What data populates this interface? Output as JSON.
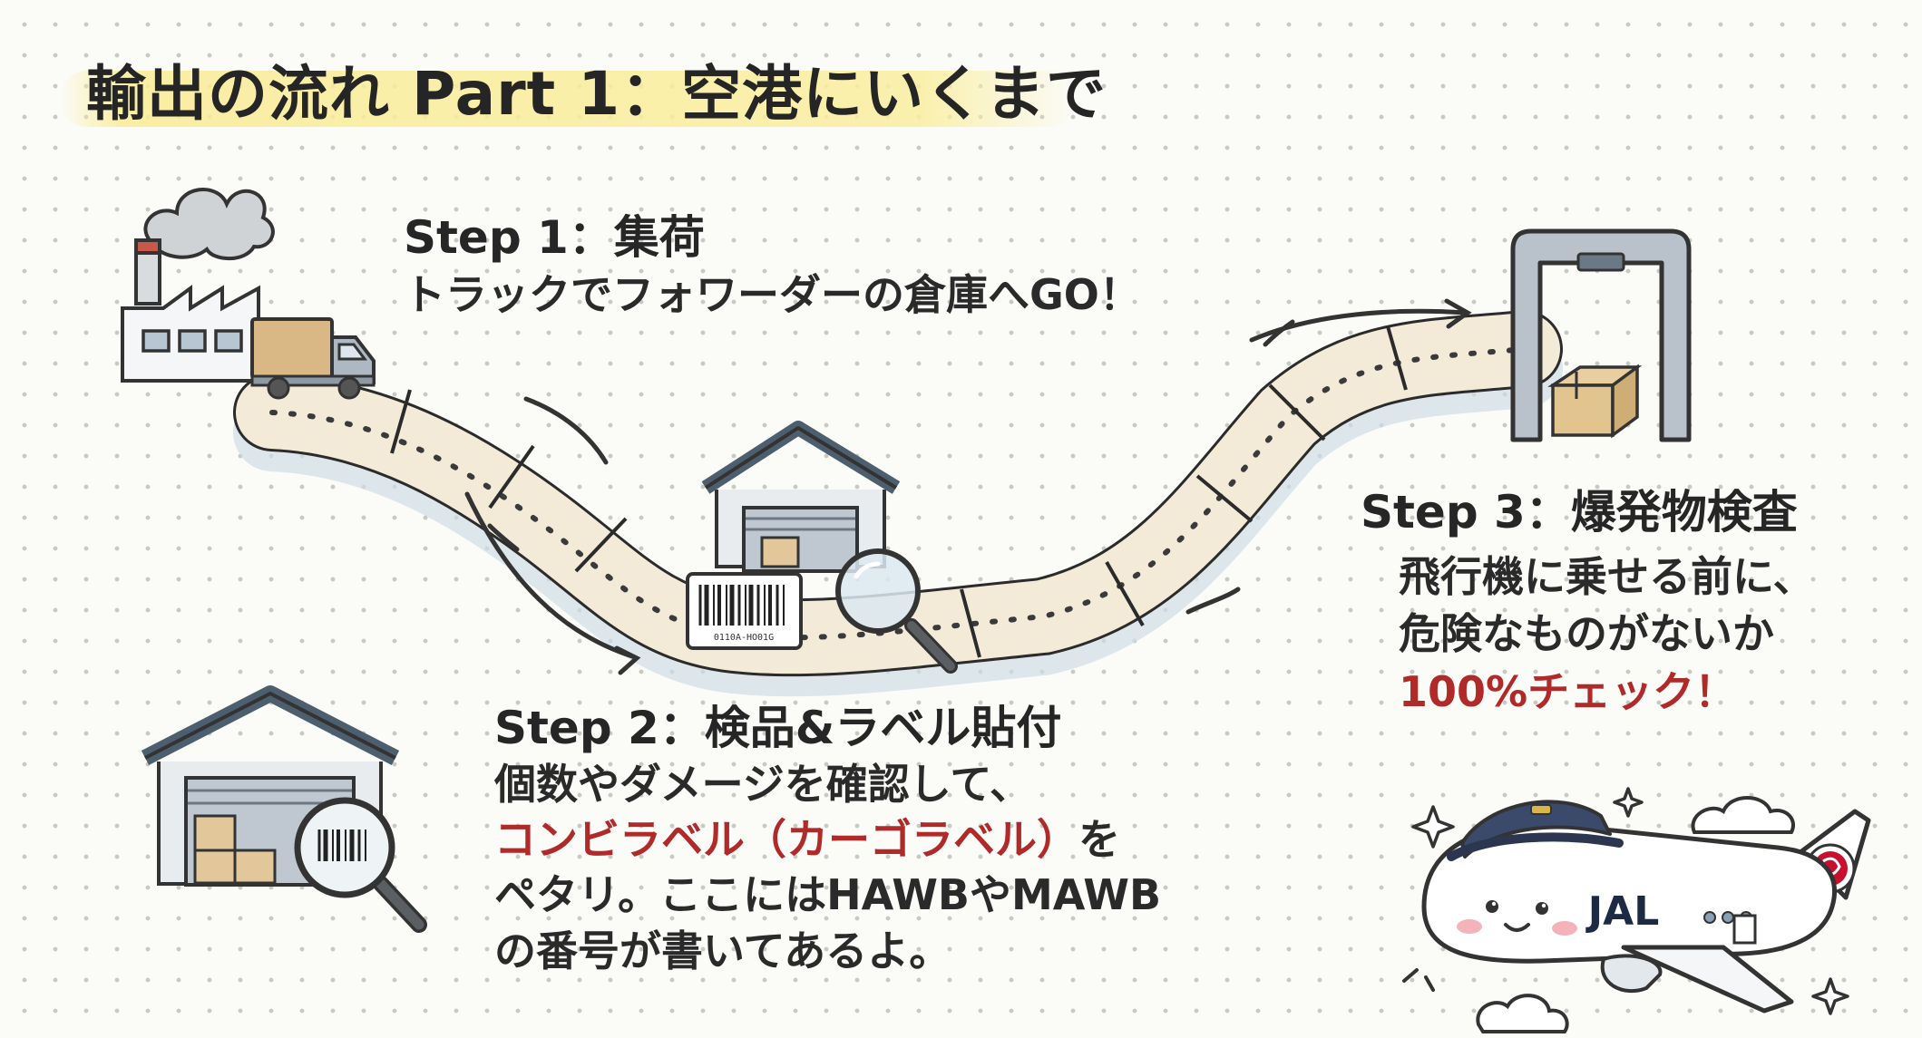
{
  "title": "輸出の流れ Part 1：空港にいくまで",
  "steps": {
    "step1": {
      "title": "Step 1：集荷",
      "lines": [
        "トラックでフォワーダーの倉庫へGO！"
      ]
    },
    "step2": {
      "title": "Step 2：検品&ラベル貼付",
      "line1": "個数やダメージを確認して、",
      "line2_accent": "コンビラベル（カーゴラベル）",
      "line2_rest": "を",
      "line3": "ペタリ。ここにはHAWBやMAWB",
      "line4": "の番号が書いてあるよ。"
    },
    "step3": {
      "title": "Step 3：爆発物検査",
      "line1": "飛行機に乗せる前に、",
      "line2": "危険なものがないか",
      "line3_accent": "100%チェック！"
    }
  },
  "illustrations": {
    "factory": "factory-icon",
    "truck": "truck-icon",
    "warehouse_center": "warehouse-icon",
    "warehouse_left": "warehouse-icon",
    "barcode_label": "barcode-label-icon",
    "magnifier": "magnifier-icon",
    "security_gate": "security-gate-icon",
    "airplane": "airplane-icon"
  },
  "labels": {
    "barcode_caption": "0110A-HO01G",
    "airline_logo": "JAL"
  },
  "colors": {
    "road": "#f3ead8",
    "road_outline": "#2b2b2b",
    "accent_red": "#b02a2a",
    "highlight": "#faec96",
    "airline_red": "#c8102e"
  }
}
